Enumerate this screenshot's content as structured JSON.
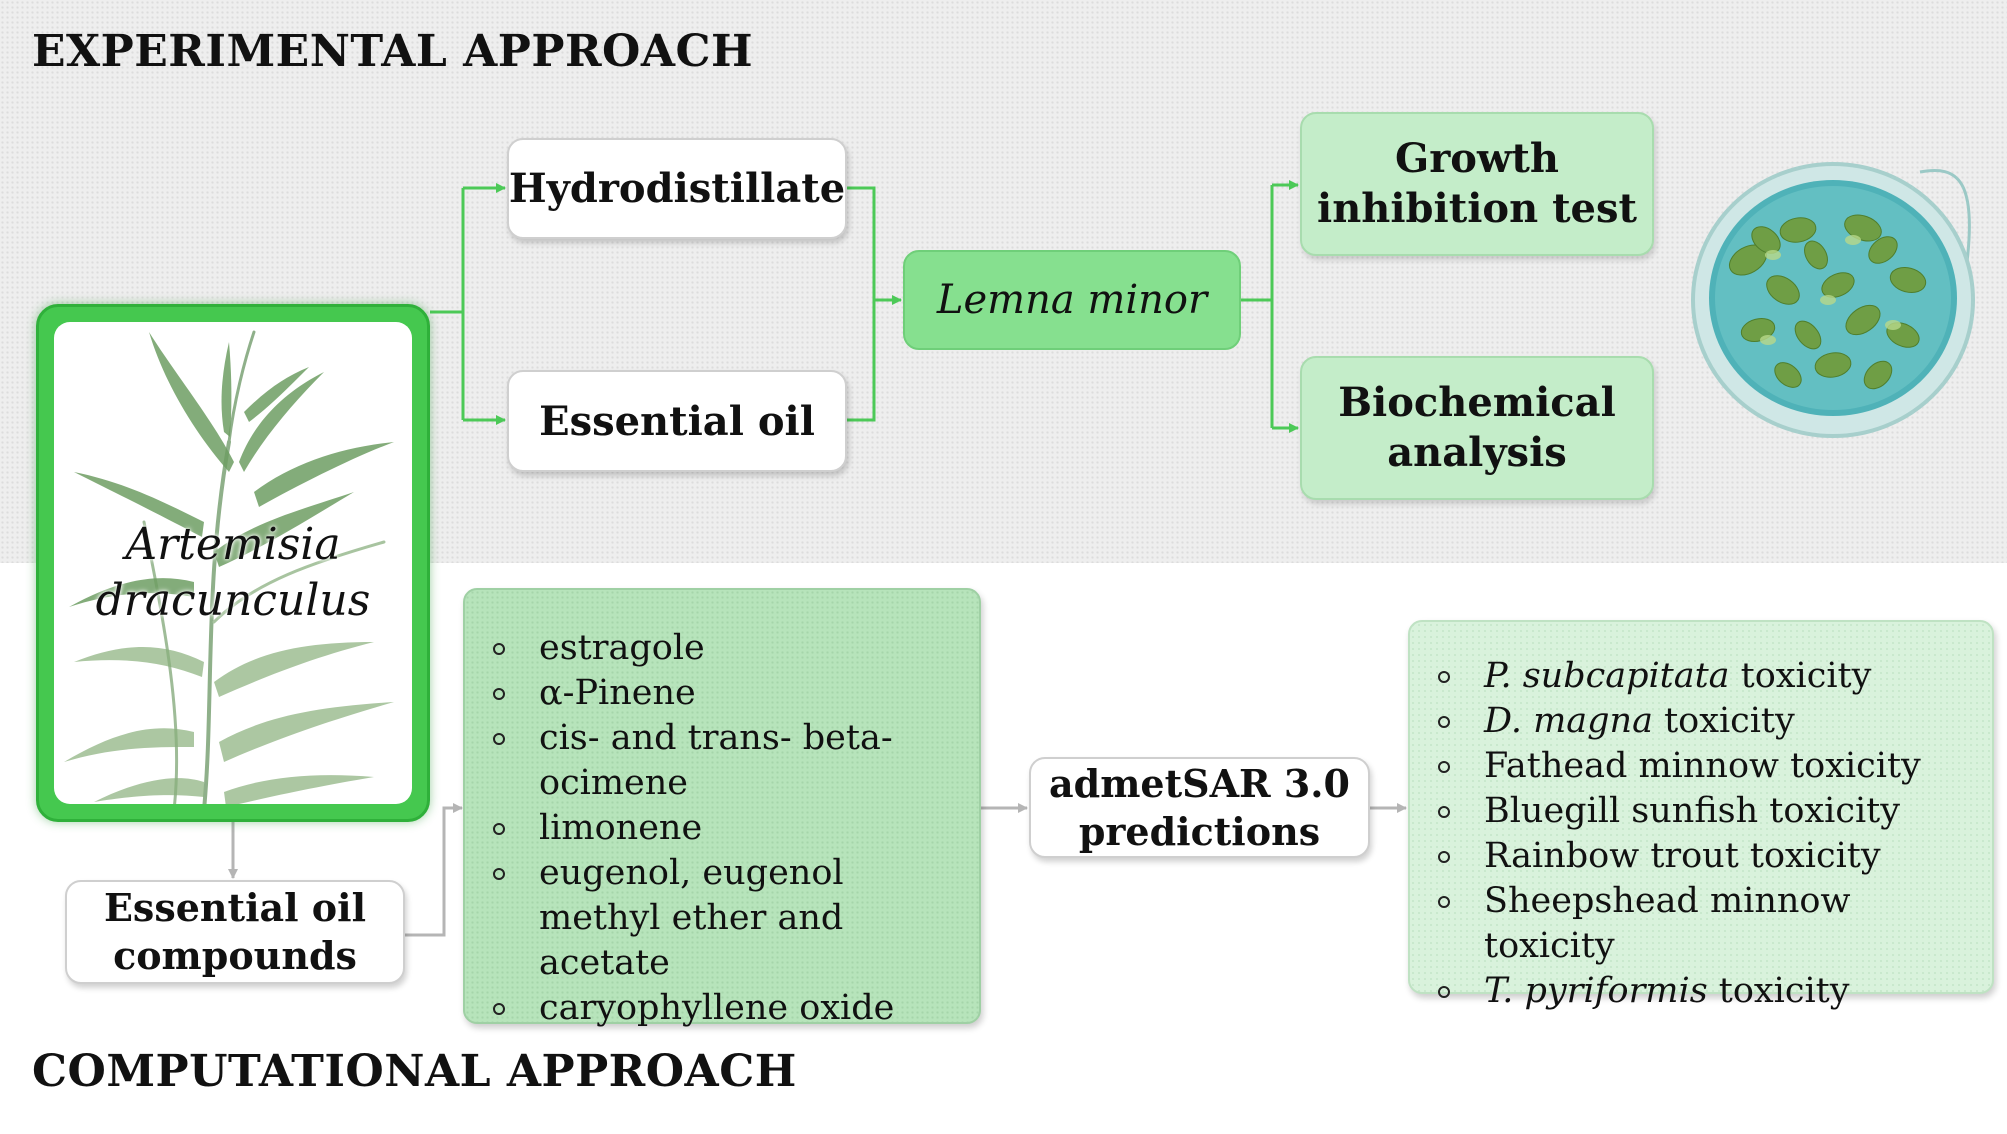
{
  "sections": {
    "experimental": "EXPERIMENTAL APPROACH",
    "computational": "COMPUTATIONAL APPROACH"
  },
  "plant": {
    "name_line1": "Artemisia",
    "name_line2": "dracunculus"
  },
  "experimental": {
    "hydrodistillate": "Hydrodistillate",
    "essential_oil": "Essential oil",
    "organism": "Lemna minor",
    "growth_line1": "Growth",
    "growth_line2": "inhibition test",
    "biochem_line1": "Biochemical",
    "biochem_line2": "analysis"
  },
  "computational": {
    "compounds_line1": "Essential oil",
    "compounds_line2": "compounds",
    "compounds": [
      "estragole",
      "α-Pinene",
      "cis- and trans- beta-ocimene",
      "limonene",
      "eugenol, eugenol methyl ether and acetate",
      "caryophyllene oxide"
    ],
    "tool_line1": "admetSAR 3.0",
    "tool_line2": "predictions",
    "toxicity": [
      {
        "species": "P. subcapitata",
        "suffix": " toxicity"
      },
      {
        "species": "D. magna",
        "suffix": " toxicity"
      },
      {
        "species": "",
        "suffix": "Fathead minnow toxicity"
      },
      {
        "species": "",
        "suffix": "Bluegill sunfish toxicity"
      },
      {
        "species": "",
        "suffix": "Rainbow trout toxicity"
      },
      {
        "species": "",
        "suffix": "Sheepshead minnow toxicity"
      },
      {
        "species": "T. pyriformis",
        "suffix": " toxicity"
      }
    ]
  },
  "colors": {
    "arrow_green": "#4cc957",
    "arrow_gray": "#b5b5b5",
    "lemna_fill": "#86e08f",
    "result_fill": "#c4edc9"
  },
  "icons": [
    "petri-dish-icon",
    "artemisia-plant-icon"
  ]
}
